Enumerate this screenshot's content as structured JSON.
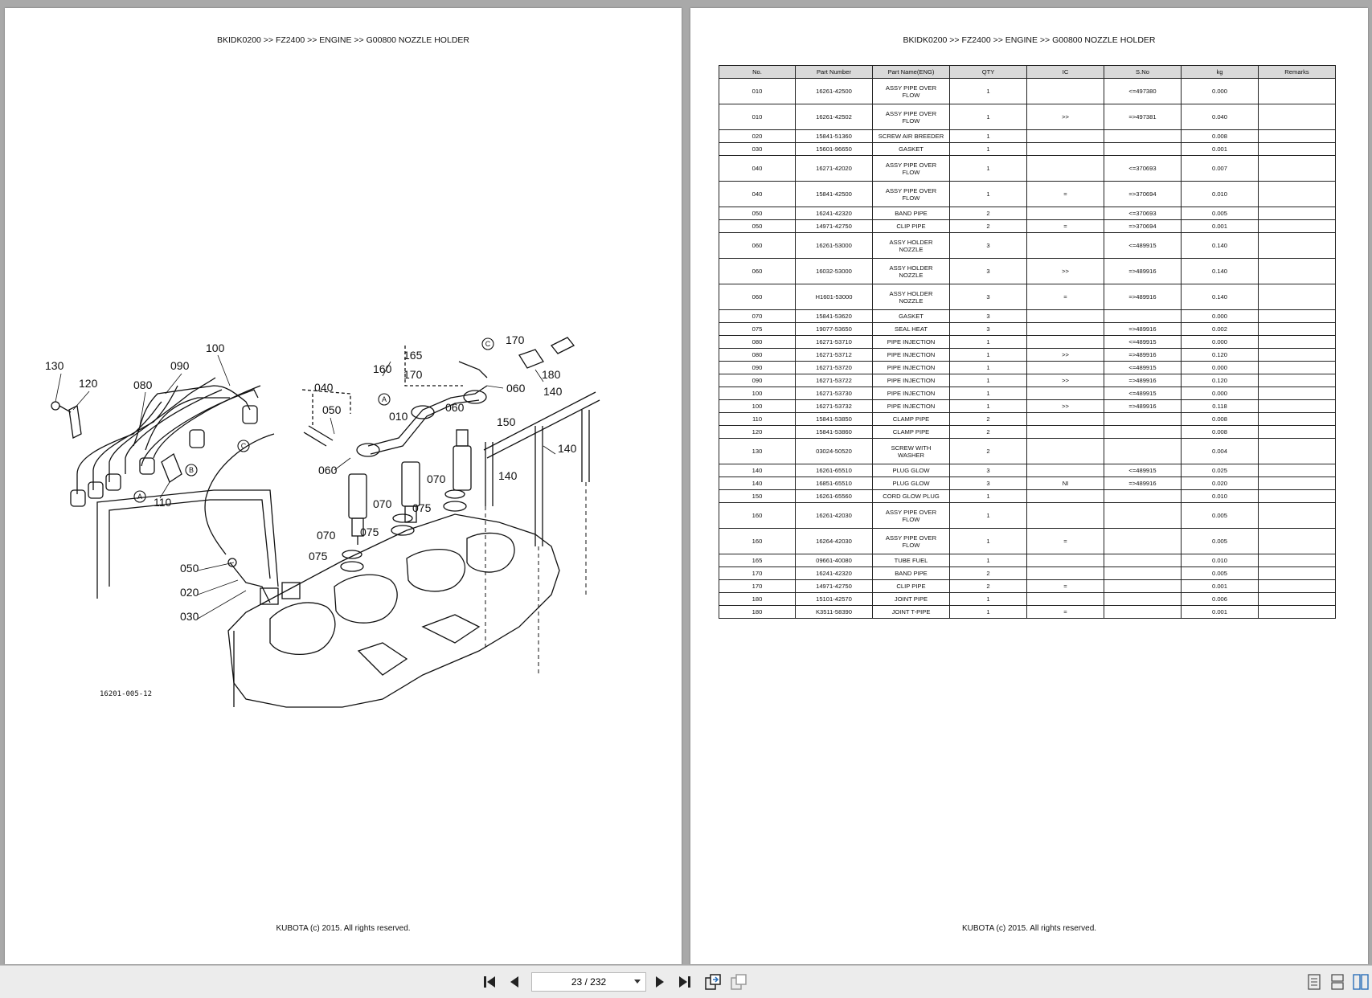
{
  "left_page": {
    "breadcrumb": "BKIDK0200 >> FZ2400 >> ENGINE >> G00800   NOZZLE HOLDER",
    "footer": "KUBOTA (c) 2015. All rights reserved.",
    "drawing_number": "16201-005-12",
    "callouts": {
      "c130": "130",
      "c120": "120",
      "c080": "080",
      "c090": "090",
      "c100": "100",
      "c040": "040",
      "c050": "050",
      "c010": "010",
      "c060a": "060",
      "c060b": "060",
      "c060c": "060",
      "c165": "165",
      "c160": "160",
      "c170a": "170",
      "c170b": "170",
      "c180": "180",
      "c140a": "140",
      "c140b": "140",
      "c140c": "140",
      "c150": "150",
      "c070a": "070",
      "c070b": "070",
      "c070c": "070",
      "c075a": "075",
      "c075b": "075",
      "c075c": "075",
      "c110": "110",
      "c050b": "050",
      "c020": "020",
      "c030": "030",
      "markA": "A",
      "markB": "B",
      "markC": "C"
    }
  },
  "right_page": {
    "breadcrumb": "BKIDK0200 >> FZ2400 >> ENGINE >> G00800   NOZZLE HOLDER",
    "footer": "KUBOTA (c) 2015. All rights reserved.",
    "columns": [
      "No.",
      "Part Number",
      "Part Name(ENG)",
      "QTY",
      "IC",
      "S.No",
      "kg",
      "Remarks"
    ],
    "rows": [
      {
        "no": "010",
        "part": "16261-42500",
        "name": [
          "ASSY PIPE OVER",
          "FLOW"
        ],
        "qty": "1",
        "ic": "",
        "sno": "<=497380",
        "kg": "0.000",
        "remarks": ""
      },
      {
        "no": "010",
        "part": "16261-42502",
        "name": [
          "ASSY PIPE OVER",
          "FLOW"
        ],
        "qty": "1",
        "ic": ">>",
        "sno": "=>497381",
        "kg": "0.040",
        "remarks": ""
      },
      {
        "no": "020",
        "part": "15841-51360",
        "name": [
          "SCREW AIR BREEDER"
        ],
        "qty": "1",
        "ic": "",
        "sno": "",
        "kg": "0.008",
        "remarks": ""
      },
      {
        "no": "030",
        "part": "15601-96650",
        "name": [
          "GASKET"
        ],
        "qty": "1",
        "ic": "",
        "sno": "",
        "kg": "0.001",
        "remarks": ""
      },
      {
        "no": "040",
        "part": "16271-42020",
        "name": [
          "ASSY PIPE OVER",
          "FLOW"
        ],
        "qty": "1",
        "ic": "",
        "sno": "<=370693",
        "kg": "0.007",
        "remarks": ""
      },
      {
        "no": "040",
        "part": "15841-42500",
        "name": [
          "ASSY PIPE OVER",
          "FLOW"
        ],
        "qty": "1",
        "ic": "=",
        "sno": "=>370694",
        "kg": "0.010",
        "remarks": ""
      },
      {
        "no": "050",
        "part": "16241-42320",
        "name": [
          "BAND PIPE"
        ],
        "qty": "2",
        "ic": "",
        "sno": "<=370693",
        "kg": "0.005",
        "remarks": ""
      },
      {
        "no": "050",
        "part": "14971-42750",
        "name": [
          "CLIP PIPE"
        ],
        "qty": "2",
        "ic": "=",
        "sno": "=>370694",
        "kg": "0.001",
        "remarks": ""
      },
      {
        "no": "060",
        "part": "16261-53000",
        "name": [
          "ASSY HOLDER",
          "NOZZLE"
        ],
        "qty": "3",
        "ic": "",
        "sno": "<=489915",
        "kg": "0.140",
        "remarks": ""
      },
      {
        "no": "060",
        "part": "16032-53000",
        "name": [
          "ASSY HOLDER",
          "NOZZLE"
        ],
        "qty": "3",
        "ic": ">>",
        "sno": "=>489916",
        "kg": "0.140",
        "remarks": ""
      },
      {
        "no": "060",
        "part": "H1601-53000",
        "name": [
          "ASSY HOLDER",
          "NOZZLE"
        ],
        "qty": "3",
        "ic": "=",
        "sno": "=>489916",
        "kg": "0.140",
        "remarks": ""
      },
      {
        "no": "070",
        "part": "15841-53620",
        "name": [
          "GASKET"
        ],
        "qty": "3",
        "ic": "",
        "sno": "",
        "kg": "0.000",
        "remarks": ""
      },
      {
        "no": "075",
        "part": "19077-53650",
        "name": [
          "SEAL HEAT"
        ],
        "qty": "3",
        "ic": "",
        "sno": "=>489916",
        "kg": "0.002",
        "remarks": ""
      },
      {
        "no": "080",
        "part": "16271-53710",
        "name": [
          "PIPE INJECTION"
        ],
        "qty": "1",
        "ic": "",
        "sno": "<=489915",
        "kg": "0.000",
        "remarks": ""
      },
      {
        "no": "080",
        "part": "16271-53712",
        "name": [
          "PIPE INJECTION"
        ],
        "qty": "1",
        "ic": ">>",
        "sno": "=>489916",
        "kg": "0.120",
        "remarks": ""
      },
      {
        "no": "090",
        "part": "16271-53720",
        "name": [
          "PIPE INJECTION"
        ],
        "qty": "1",
        "ic": "",
        "sno": "<=489915",
        "kg": "0.000",
        "remarks": ""
      },
      {
        "no": "090",
        "part": "16271-53722",
        "name": [
          "PIPE INJECTION"
        ],
        "qty": "1",
        "ic": ">>",
        "sno": "=>489916",
        "kg": "0.120",
        "remarks": ""
      },
      {
        "no": "100",
        "part": "16271-53730",
        "name": [
          "PIPE INJECTION"
        ],
        "qty": "1",
        "ic": "",
        "sno": "<=489915",
        "kg": "0.000",
        "remarks": ""
      },
      {
        "no": "100",
        "part": "16271-53732",
        "name": [
          "PIPE INJECTION"
        ],
        "qty": "1",
        "ic": ">>",
        "sno": "=>489916",
        "kg": "0.118",
        "remarks": ""
      },
      {
        "no": "110",
        "part": "15841-53850",
        "name": [
          "CLAMP PIPE"
        ],
        "qty": "2",
        "ic": "",
        "sno": "",
        "kg": "0.008",
        "remarks": ""
      },
      {
        "no": "120",
        "part": "15841-53860",
        "name": [
          "CLAMP PIPE"
        ],
        "qty": "2",
        "ic": "",
        "sno": "",
        "kg": "0.008",
        "remarks": ""
      },
      {
        "no": "130",
        "part": "03024-50520",
        "name": [
          "SCREW WITH",
          "WASHER"
        ],
        "qty": "2",
        "ic": "",
        "sno": "",
        "kg": "0.004",
        "remarks": ""
      },
      {
        "no": "140",
        "part": "16261-65510",
        "name": [
          "PLUG GLOW"
        ],
        "qty": "3",
        "ic": "",
        "sno": "<=489915",
        "kg": "0.025",
        "remarks": ""
      },
      {
        "no": "140",
        "part": "16851-65510",
        "name": [
          "PLUG GLOW"
        ],
        "qty": "3",
        "ic": "NI",
        "sno": "=>489916",
        "kg": "0.020",
        "remarks": ""
      },
      {
        "no": "150",
        "part": "16261-65560",
        "name": [
          "CORD GLOW PLUG"
        ],
        "qty": "1",
        "ic": "",
        "sno": "",
        "kg": "0.010",
        "remarks": ""
      },
      {
        "no": "160",
        "part": "16261-42030",
        "name": [
          "ASSY PIPE OVER",
          "FLOW"
        ],
        "qty": "1",
        "ic": "",
        "sno": "",
        "kg": "0.005",
        "remarks": ""
      },
      {
        "no": "160",
        "part": "16264-42030",
        "name": [
          "ASSY PIPE OVER",
          "FLOW"
        ],
        "qty": "1",
        "ic": "=",
        "sno": "",
        "kg": "0.005",
        "remarks": ""
      },
      {
        "no": "165",
        "part": "09661-40080",
        "name": [
          "TUBE FUEL"
        ],
        "qty": "1",
        "ic": "",
        "sno": "",
        "kg": "0.010",
        "remarks": ""
      },
      {
        "no": "170",
        "part": "16241-42320",
        "name": [
          "BAND PIPE"
        ],
        "qty": "2",
        "ic": "",
        "sno": "",
        "kg": "0.005",
        "remarks": ""
      },
      {
        "no": "170",
        "part": "14971-42750",
        "name": [
          "CLIP PIPE"
        ],
        "qty": "2",
        "ic": "=",
        "sno": "",
        "kg": "0.001",
        "remarks": ""
      },
      {
        "no": "180",
        "part": "15101-42570",
        "name": [
          "JOINT PIPE"
        ],
        "qty": "1",
        "ic": "",
        "sno": "",
        "kg": "0.006",
        "remarks": ""
      },
      {
        "no": "180",
        "part": "K3511-58390",
        "name": [
          "JOINT T-PIPE"
        ],
        "qty": "1",
        "ic": "=",
        "sno": "",
        "kg": "0.001",
        "remarks": ""
      }
    ]
  },
  "toolbar": {
    "page_indicator": "23 / 232",
    "icons": [
      "first-page-icon",
      "prev-page-icon",
      "next-page-icon",
      "last-page-icon",
      "export-page-icon",
      "import-page-icon",
      "single-page-view-icon",
      "continuous-view-icon",
      "two-page-view-icon"
    ]
  }
}
